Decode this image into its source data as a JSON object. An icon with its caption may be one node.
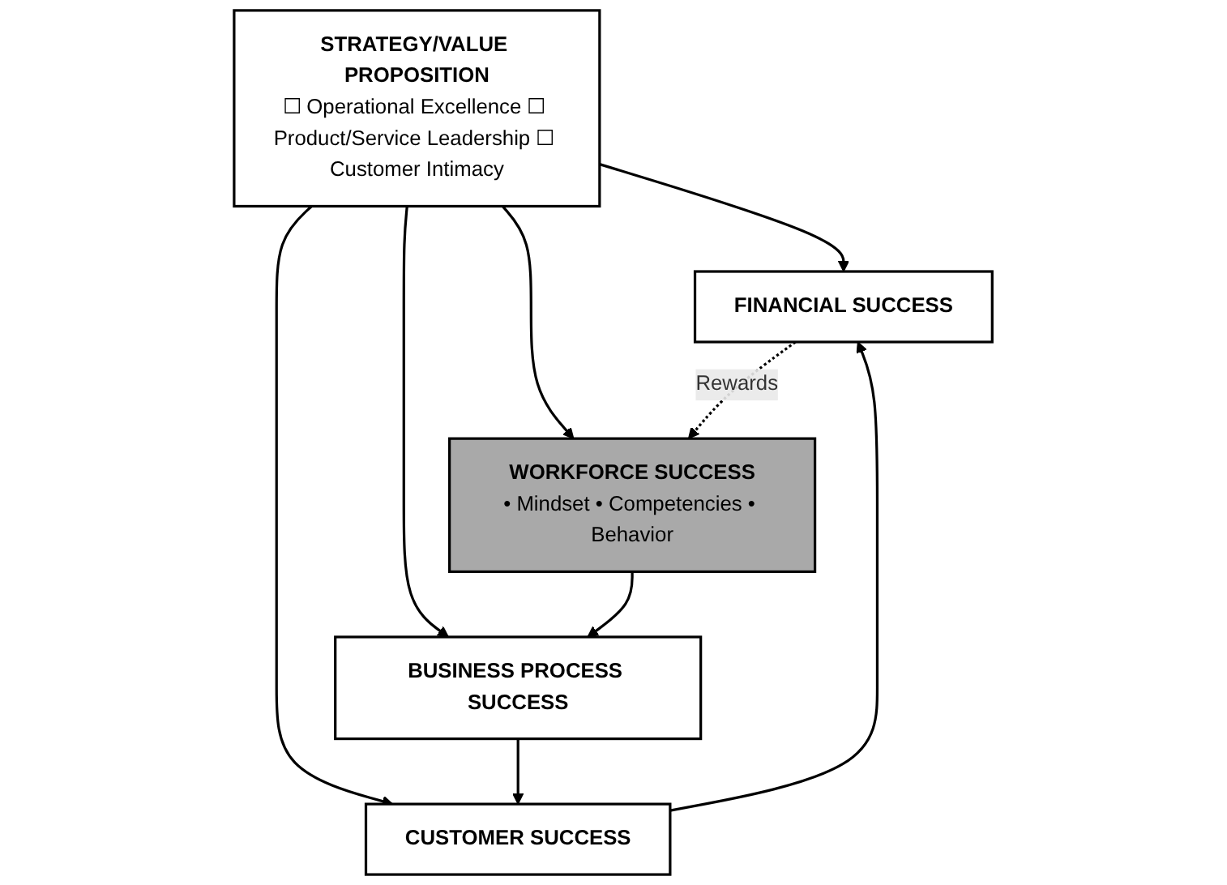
{
  "diagram": {
    "nodes": [
      {
        "text": [
          "FINANCIAL SUCCESS"
        ]
      },
      {
        "text": [
          "WORKFORCE SUCCESS",
          "• Mindset • Competencies • Behavior"
        ]
      },
      {
        "text": [
          "STRATEGY/VALUE PROPOSITION",
          "☐ Operational Excellence ☐ Product/Service Leadership ☐ Customer Intimacy"
        ]
      },
      {
        "text": [
          "CUSTOMER SUCCESS"
        ]
      },
      {
        "text": [
          "BUSINESS PROCESS SUCCESS"
        ]
      }
    ],
    "edges": [
      {
        "from": 2,
        "to": 0,
        "arrow": "to"
      },
      {
        "from": 2,
        "to": 1,
        "arrow": "to"
      },
      {
        "from": 2,
        "to": 3,
        "arrow": "to"
      },
      {
        "from": 2,
        "to": 4,
        "arrow": "to"
      },
      {
        "from": 0,
        "to": 1,
        "label": "Rewards",
        "arrow": "to",
        "style": "dashed"
      },
      {
        "from": 1,
        "to": 4,
        "arrow": "to"
      },
      {
        "from": 4,
        "to": 3,
        "arrow": "to"
      },
      {
        "from": 3,
        "to": 0,
        "arrow": "to"
      }
    ]
  }
}
